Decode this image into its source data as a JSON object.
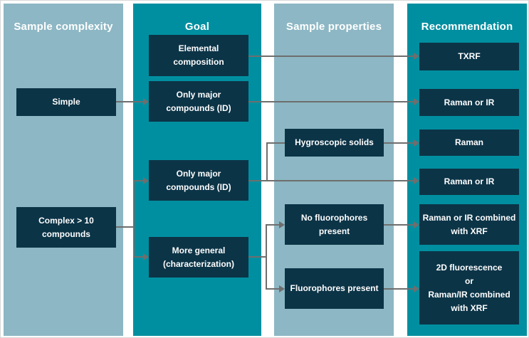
{
  "diagram": {
    "type": "decision-flowchart",
    "columns": [
      {
        "id": "sample-complexity",
        "header": "Sample complexity",
        "style": "light"
      },
      {
        "id": "goal",
        "header": "Goal",
        "style": "teal"
      },
      {
        "id": "sample-properties",
        "header": "Sample properties",
        "style": "light"
      },
      {
        "id": "recommendation",
        "header": "Recommendation",
        "style": "teal"
      }
    ]
  },
  "columns": [
    {
      "header": "Sample complexity"
    },
    {
      "header": "Goal"
    },
    {
      "header": "Sample properties"
    },
    {
      "header": "Recommendation"
    }
  ],
  "nodes": {
    "simple": {
      "label": "Simple",
      "column": "Sample complexity"
    },
    "complex": {
      "label": "Complex > 10\ncompounds",
      "column": "Sample complexity"
    },
    "elemental": {
      "label": "Elemental\ncomposition",
      "column": "Goal"
    },
    "only_major_1": {
      "label": "Only major\ncompounds (ID)",
      "column": "Goal"
    },
    "only_major_2": {
      "label": "Only major\ncompounds (ID)",
      "column": "Goal"
    },
    "more_general": {
      "label": "More general\n(characterization)",
      "column": "Goal"
    },
    "hygroscopic": {
      "label": "Hygroscopic solids",
      "column": "Sample properties"
    },
    "no_fluorophores": {
      "label": "No fluorophores\npresent",
      "column": "Sample properties"
    },
    "fluorophores": {
      "label": "Fluorophores present",
      "column": "Sample properties"
    },
    "txrf": {
      "label": "TXRF",
      "column": "Recommendation"
    },
    "raman_or_ir_1": {
      "label": "Raman or IR",
      "column": "Recommendation"
    },
    "raman": {
      "label": "Raman",
      "column": "Recommendation"
    },
    "raman_or_ir_2": {
      "label": "Raman or IR",
      "column": "Recommendation"
    },
    "raman_ir_xrf": {
      "label": "Raman or IR combined\nwith XRF",
      "column": "Recommendation"
    },
    "fluorescence_2d": {
      "label": "2D fluorescence\nor\nRaman/IR combined\nwith XRF",
      "column": "Recommendation"
    }
  },
  "edges": [
    {
      "from": "simple",
      "to": "only_major_1"
    },
    {
      "from": "elemental",
      "to": "txrf"
    },
    {
      "from": "only_major_1",
      "to": "raman_or_ir_1"
    },
    {
      "from": "complex",
      "to": "only_major_2"
    },
    {
      "from": "complex",
      "to": "more_general"
    },
    {
      "from": "only_major_2",
      "to": "hygroscopic"
    },
    {
      "from": "only_major_2",
      "to": "raman_or_ir_2"
    },
    {
      "from": "hygroscopic",
      "to": "raman"
    },
    {
      "from": "more_general",
      "to": "no_fluorophores"
    },
    {
      "from": "more_general",
      "to": "fluorophores"
    },
    {
      "from": "no_fluorophores",
      "to": "raman_ir_xrf"
    },
    {
      "from": "fluorophores",
      "to": "fluorescence_2d"
    }
  ],
  "colors": {
    "column_light": "#8db7c4",
    "column_teal": "#008fa0",
    "box_navy": "#0c3447",
    "arrow_gray": "#6e6e6e",
    "text_white": "#ffffff",
    "page_bg": "#ffffff"
  }
}
